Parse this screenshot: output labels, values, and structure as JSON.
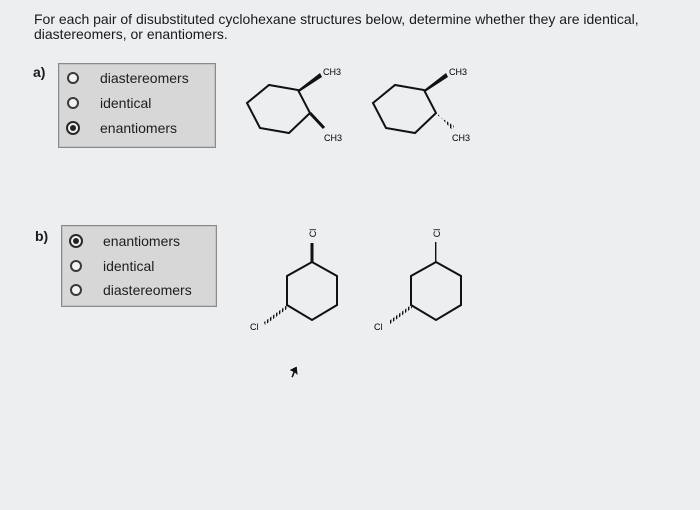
{
  "question": {
    "prompt": "For each pair of disubstituted cyclohexane structures below, determine whether they are identical, diastereomers, or enantiomers."
  },
  "parts": [
    {
      "label": "a)",
      "options": [
        "diastereomers",
        "identical",
        "enantiomers"
      ],
      "selected_index": 2,
      "structures": {
        "left": {
          "top_substituent": "CH3",
          "bottom_substituent": "CH3"
        },
        "right": {
          "top_substituent": "CH3",
          "bottom_substituent": "CH3"
        }
      }
    },
    {
      "label": "b)",
      "options": [
        "enantiomers",
        "identical",
        "diastereomers"
      ],
      "selected_index": 0,
      "structures": {
        "left": {
          "top_substituent": "Cl",
          "bottom_substituent": "Cl"
        },
        "right": {
          "top_substituent": "Cl",
          "bottom_substituent": "Cl"
        }
      }
    }
  ],
  "icons": {
    "cursor": "mouse-pointer-icon"
  }
}
